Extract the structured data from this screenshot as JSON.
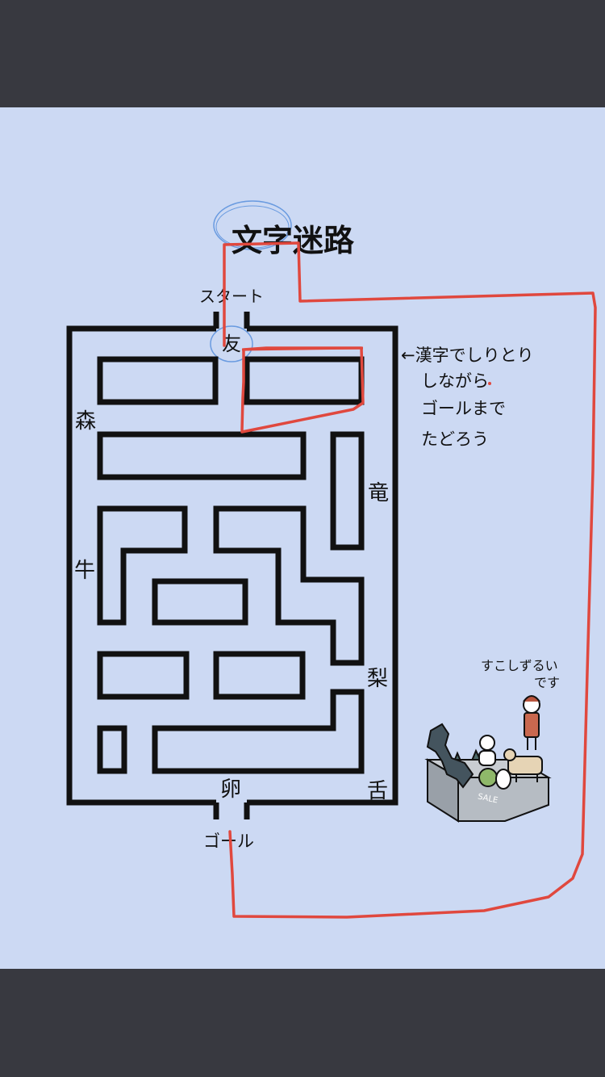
{
  "title": "文字迷路",
  "start_label": "スタート",
  "goal_label": "ゴール",
  "instructions": [
    "←漢字でしりとり",
    "しながら",
    "ゴールまで",
    "たどろう"
  ],
  "maze_kanji": {
    "start": "友",
    "left_top": "森",
    "left_mid": "牛",
    "right_top": "竜",
    "right_mid": "梨",
    "bottom_right": "舌",
    "goal": "卵"
  },
  "side_note": [
    "すこしずるい",
    "です"
  ],
  "stand_sign": "SALE",
  "colors": {
    "background": "#ccd9f3",
    "frame": "#383940",
    "wall": "#111111",
    "path_red": "#e0483e",
    "circle_blue": "#6a9be0"
  }
}
